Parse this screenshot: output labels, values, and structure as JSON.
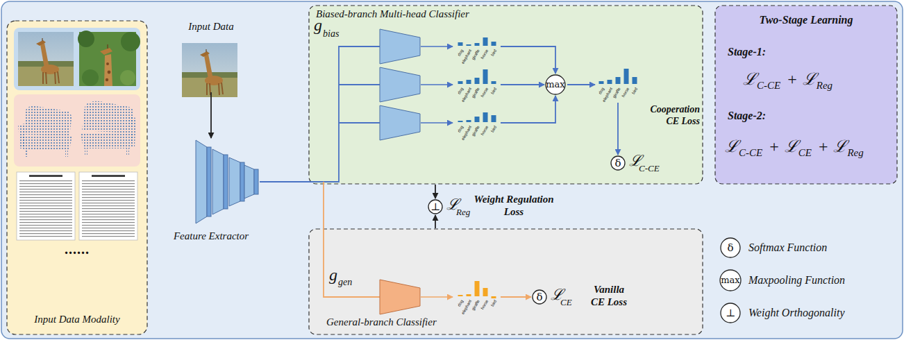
{
  "diagram": {
    "nodes": [
      {
        "text": [
          "......",
          "Input Data Modality"
        ]
      },
      {
        "text": [
          "Input Data"
        ]
      },
      {
        "text": [
          "Feature Extractor"
        ]
      },
      {
        "text": [
          "Biased-branch Multi-head Classifier"
        ]
      },
      {
        "text": [
          "dog",
          "elephant",
          "giraffe",
          "horse",
          "bird"
        ],
        "in": 3
      },
      {
        "text": [
          "dog",
          "elephant",
          "giraffe",
          "horse",
          "bird"
        ],
        "in": 3
      },
      {
        "text": [
          "dog",
          "elephant",
          "giraffe",
          "horse",
          "bird"
        ],
        "in": 3
      },
      {
        "text": [
          "max"
        ],
        "in": 3
      },
      {
        "text": [
          "dog",
          "elephant",
          "giraffe",
          "horse",
          "bird"
        ],
        "in": 3
      },
      {
        "text": [
          "δ"
        ],
        "in": 3
      },
      {
        "text": [
          "⊥"
        ]
      },
      {
        "text": [
          "General-branch Classifier"
        ]
      },
      {
        "text": [
          "dog",
          "elephant",
          "giraffe",
          "horse",
          "bird"
        ],
        "in": 11
      },
      {
        "text": [
          "δ"
        ],
        "in": 11
      },
      {
        "text": [
          "Two-Stage Learning",
          "Stage-1:",
          "ℒ",
          "C-CE",
          "+",
          "ℒ",
          "Reg",
          "Stage-2:",
          "ℒ",
          "C-CE",
          "+",
          "ℒ",
          "CE",
          "+",
          "ℒ",
          "Reg"
        ]
      }
    ],
    "edges": [
      {
        "from": 1,
        "to": 2,
        "arrow": "to"
      },
      {
        "from": 4,
        "to": 7,
        "arrow": "to"
      },
      {
        "from": 5,
        "to": 7,
        "arrow": "to"
      },
      {
        "from": 6,
        "to": 7,
        "arrow": "to"
      },
      {
        "from": 7,
        "to": 8,
        "arrow": "to"
      },
      {
        "from": 8,
        "to": 9,
        "arrow": "to"
      },
      {
        "from": 3,
        "to": 10,
        "arrow": "to"
      },
      {
        "from": 11,
        "to": 10,
        "arrow": "to"
      },
      {
        "from": 12,
        "to": 13,
        "arrow": "to"
      }
    ],
    "labels": [
      "g",
      "bias",
      "Cooperation CE Loss",
      "ℒ",
      "C-CE",
      "ℒ",
      "Reg",
      "Weight Regulation Loss",
      "g",
      "gen",
      "ℒ",
      "CE",
      "Vanilla CE Loss",
      "δ",
      "max",
      "⊥"
    ],
    "legend": [
      {
        "text": "Softmax Function"
      },
      {
        "text": "Maxpooling Function"
      },
      {
        "text": "Weight Orthogonality"
      }
    ]
  }
}
